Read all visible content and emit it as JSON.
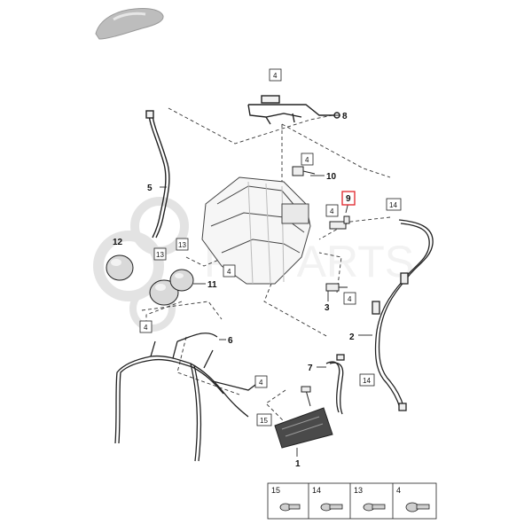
{
  "watermark": "PMPARTS",
  "colors": {
    "highlight": "#e0242a",
    "line": "#222222",
    "part_fill": "#f2f2f2",
    "shade": "#b8b8b8"
  },
  "callouts": [
    {
      "num": "1"
    },
    {
      "num": "2"
    },
    {
      "num": "3"
    },
    {
      "num": "5"
    },
    {
      "num": "6"
    },
    {
      "num": "7"
    },
    {
      "num": "8"
    },
    {
      "num": "9"
    },
    {
      "num": "10"
    },
    {
      "num": "11"
    },
    {
      "num": "12"
    },
    {
      "num": "13"
    },
    {
      "num": "13"
    }
  ],
  "boxed_refs": [
    "4",
    "4",
    "4",
    "4",
    "4",
    "4",
    "4",
    "14",
    "14",
    "15"
  ],
  "legend": [
    "15",
    "14",
    "13",
    "4"
  ]
}
